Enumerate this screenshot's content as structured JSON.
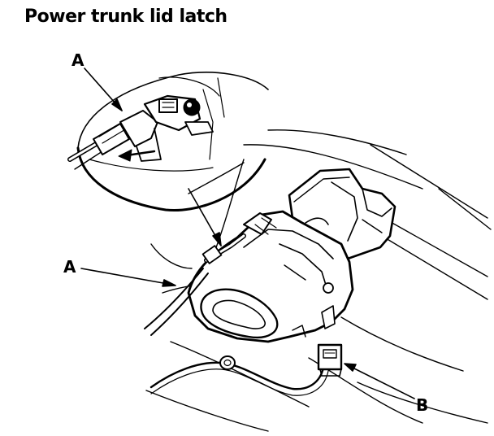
{
  "title": "Power trunk lid latch",
  "callouts": {
    "a_top": "A",
    "a_main": "A",
    "b": "B"
  }
}
